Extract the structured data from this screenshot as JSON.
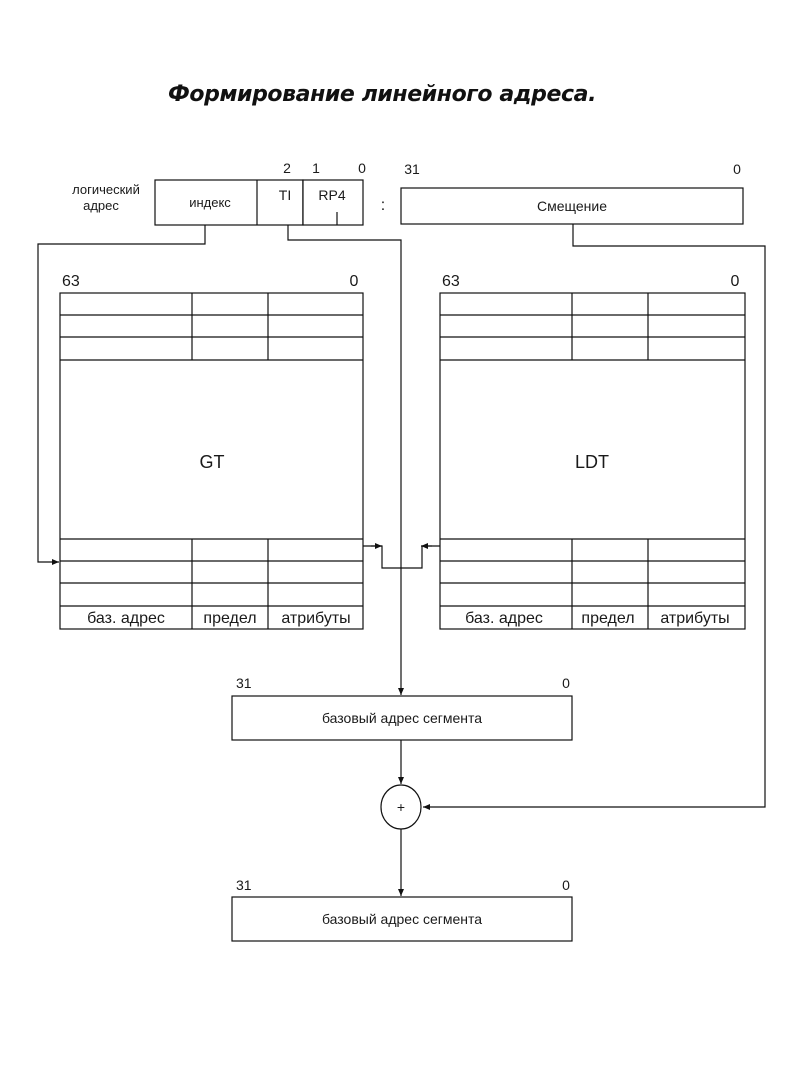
{
  "title": "Формирование линейного адреса.",
  "logical_address": {
    "label_line1": "логический",
    "label_line2": "адрес",
    "index": "индекс",
    "ti": "TI",
    "rpl": "RP4",
    "separator": ":",
    "offset": "Смещение",
    "bit_2": "2",
    "bit_1": "1",
    "bit_0": "0",
    "offset_bit_31": "31",
    "offset_bit_0": "0"
  },
  "gdt": {
    "name": "GT",
    "bit_high": "63",
    "bit_low": "0",
    "col_base": "баз. адрес",
    "col_limit": "предел",
    "col_attrs": "атрибуты"
  },
  "ldt": {
    "name": "LDT",
    "bit_high": "63",
    "bit_low": "0",
    "col_base": "баз. адрес",
    "col_limit": "предел",
    "col_attrs": "атрибуты"
  },
  "segment_base": {
    "label": "базовый адрес сегмента",
    "bit_high": "31",
    "bit_low": "0"
  },
  "adder": {
    "symbol": "+"
  },
  "linear_address": {
    "label": "базовый адрес сегмента",
    "bit_high": "31",
    "bit_low": "0"
  }
}
